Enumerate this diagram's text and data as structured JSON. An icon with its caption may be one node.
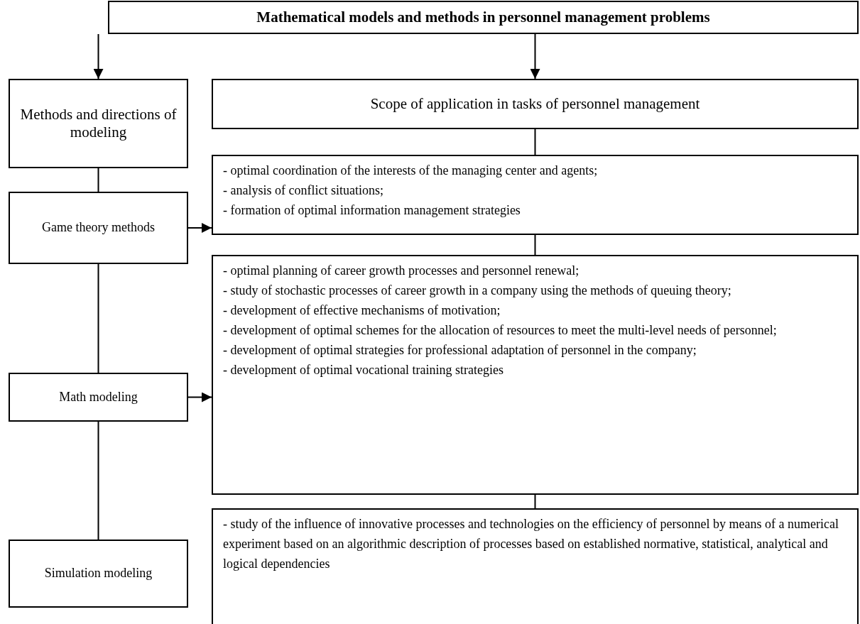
{
  "diagram": {
    "nodes": [
      {
        "text": [
          "Mathematical models and methods in personnel management problems"
        ]
      },
      {
        "text": [
          "Methods and directions of modeling"
        ]
      },
      {
        "text": [
          "Scope of application in tasks of personnel management"
        ]
      },
      {
        "text": [
          "Game theory methods"
        ]
      },
      {
        "text": [
          "- optimal coordination of the interests of the managing center and agents;",
          "- analysis of conflict situations;",
          "- formation of optimal information management strategies"
        ]
      },
      {
        "text": [
          "Math modeling"
        ]
      },
      {
        "text": [
          "- optimal planning of career growth processes and personnel renewal;",
          "- study of stochastic processes of career growth in a company using the methods of queuing theory;",
          "- development of effective mechanisms of motivation;",
          "- development of optimal schemes for the allocation of resources to meet the multi-level needs of personnel;",
          "- development of optimal strategies for professional adaptation of personnel in the company;",
          "- development of optimal vocational training strategies"
        ]
      },
      {
        "text": [
          "Simulation modeling"
        ]
      },
      {
        "text": [
          "- study of the influence of innovative processes and technologies on the efficiency of personnel by means of a numerical experiment based on an algorithmic description of processes based on established normative, statistical, analytical and logical dependencies"
        ]
      }
    ],
    "edges": [
      {
        "from": 0,
        "to": 1,
        "arrow": "to"
      },
      {
        "from": 0,
        "to": 2,
        "arrow": "to"
      },
      {
        "from": 1,
        "to": 3,
        "arrow": "none"
      },
      {
        "from": 3,
        "to": 5,
        "arrow": "none"
      },
      {
        "from": 5,
        "to": 7,
        "arrow": "none"
      },
      {
        "from": 2,
        "to": 4,
        "arrow": "none"
      },
      {
        "from": 4,
        "to": 6,
        "arrow": "none"
      },
      {
        "from": 6,
        "to": 8,
        "arrow": "none"
      },
      {
        "from": 3,
        "to": 4,
        "arrow": "to"
      },
      {
        "from": 5,
        "to": 6,
        "arrow": "to"
      }
    ]
  }
}
